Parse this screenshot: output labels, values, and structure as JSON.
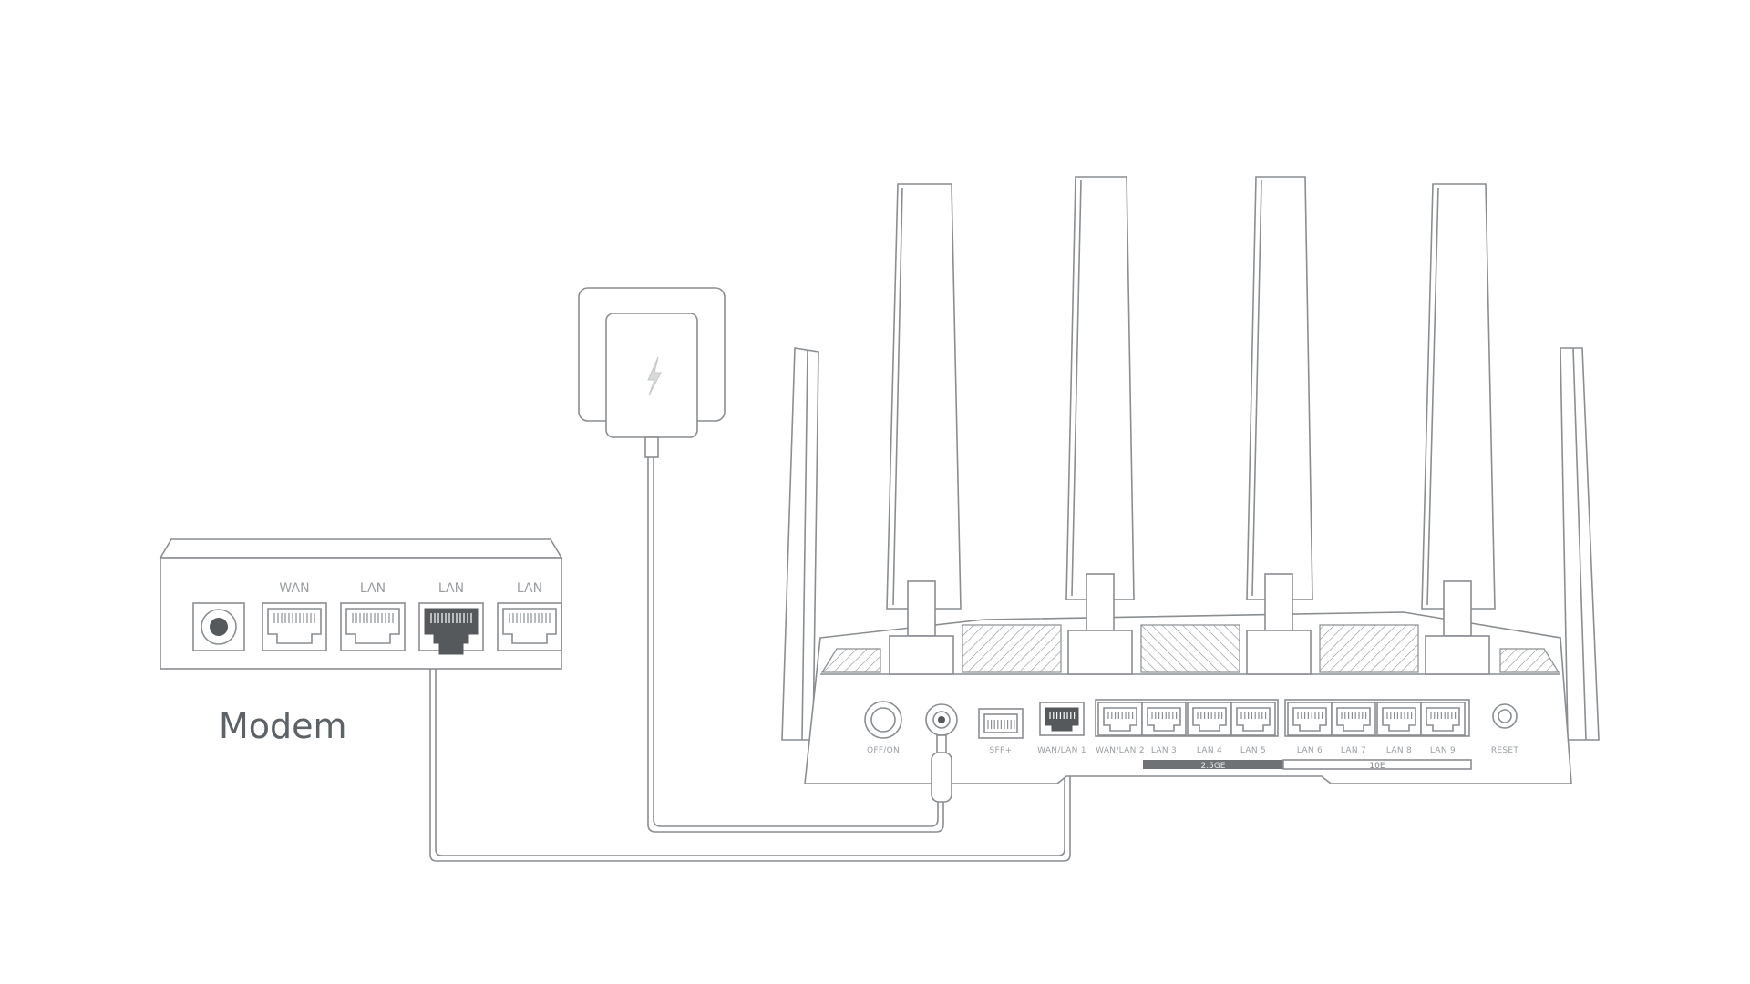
{
  "modem": {
    "title": "Modem",
    "ports": [
      {
        "label": "WAN",
        "connected": false
      },
      {
        "label": "LAN",
        "connected": false
      },
      {
        "label": "LAN",
        "connected": true
      },
      {
        "label": "LAN",
        "connected": false
      }
    ]
  },
  "router": {
    "power_switch_label": "OFF/ON",
    "sfp_label": "SFP+",
    "ports": [
      {
        "label": "WAN/LAN 1",
        "connected": true
      },
      {
        "label": "WAN/LAN 2",
        "connected": false
      },
      {
        "label": "LAN 3",
        "connected": false
      },
      {
        "label": "LAN 4",
        "connected": false
      },
      {
        "label": "LAN 5",
        "connected": false
      },
      {
        "label": "LAN 6",
        "connected": false
      },
      {
        "label": "LAN 7",
        "connected": false
      },
      {
        "label": "LAN 8",
        "connected": false
      },
      {
        "label": "LAN 9",
        "connected": false
      }
    ],
    "reset_label": "RESET",
    "speed_groups": [
      {
        "label": "2.5GE",
        "style": "filled"
      },
      {
        "label": "10E",
        "style": "outline"
      }
    ]
  },
  "power_adapter": {
    "icon": "lightning-bolt-icon"
  },
  "colors": {
    "line": "#8a8e91",
    "dark_fill": "#55595c",
    "title": "#5c6266"
  }
}
